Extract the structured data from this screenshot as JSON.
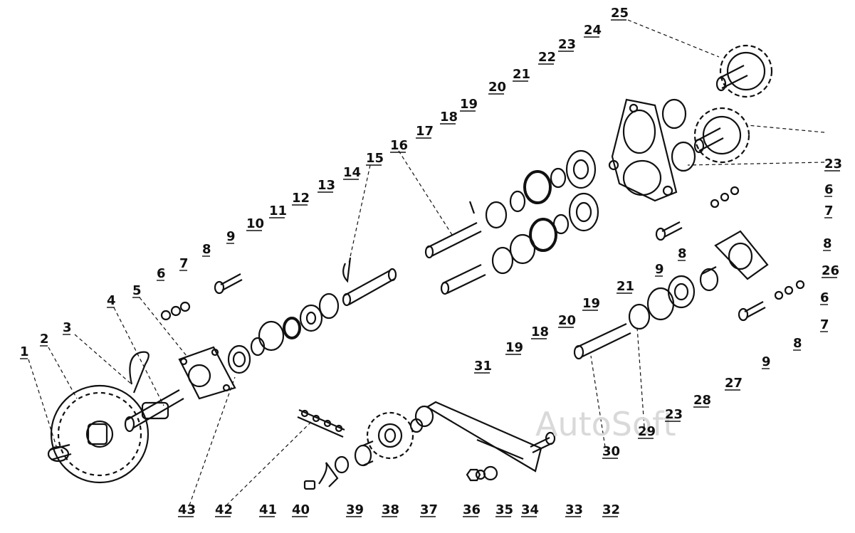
{
  "labels": [
    "1",
    "2",
    "3",
    "4",
    "5",
    "6",
    "7",
    "8",
    "9",
    "10",
    "11",
    "12",
    "13",
    "14",
    "15",
    "16",
    "17",
    "18",
    "19",
    "20",
    "21",
    "22",
    "23",
    "24",
    "25",
    "23",
    "6",
    "7",
    "8",
    "26",
    "6",
    "7",
    "8",
    "9",
    "27",
    "28",
    "23",
    "29",
    "30",
    "9",
    "8",
    "21",
    "19",
    "20",
    "18",
    "19",
    "31",
    "32",
    "33",
    "34",
    "35",
    "36",
    "37",
    "38",
    "39",
    "40",
    "41",
    "42",
    "43"
  ],
  "watermark": "AutoSoft"
}
